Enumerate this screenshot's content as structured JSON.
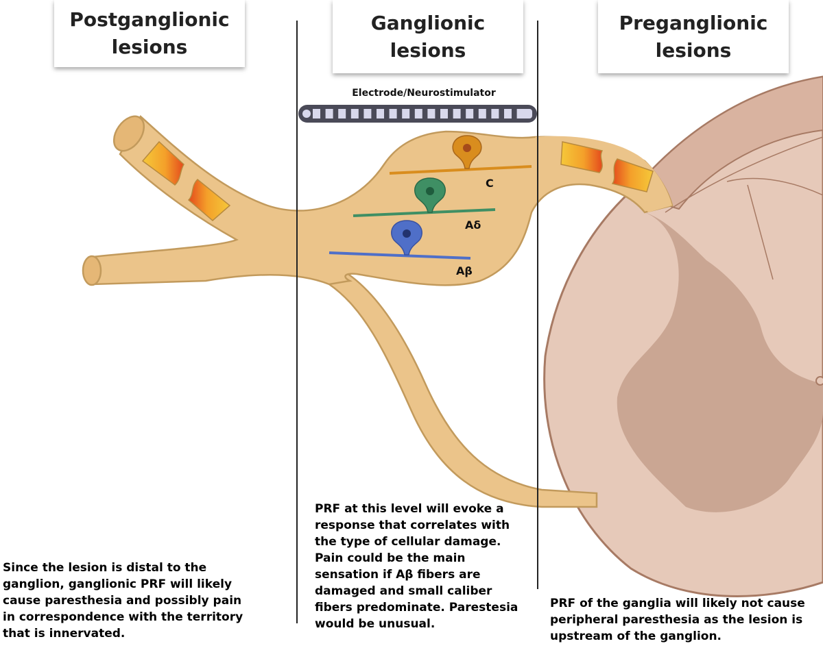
{
  "headers": {
    "postganglionic": "Postganglionic\nlesions",
    "ganglionic": "Ganglionic\nlesions",
    "preganglionic": "Preganglionic\nlesions"
  },
  "electrode_label": "Electrode/Neurostimulator",
  "fibers": {
    "c": {
      "label": "C",
      "color": "#d98d1e"
    },
    "a_delta": {
      "label": "Aδ",
      "color": "#3f8f64"
    },
    "a_beta": {
      "label": "Aβ",
      "color": "#4f6fc8"
    }
  },
  "descriptions": {
    "postganglionic": "Since the lesion is distal to the\nganglion, ganglionic PRF will likely\ncause paresthesia and possibly pain\nin correspondence with the territory\nthat is innervated.",
    "ganglionic": "PRF at this level will evoke a\nresponse that correlates with\nthe type of cellular damage.\nPain could be the main\nsensation if Aβ fibers are\ndamaged and small caliber\nfibers predominate. Parestesia\nwould be unusual.",
    "preganglionic": "PRF of the ganglia will likely not cause\nperipheral paresthesia as the lesion is\nupstream of the ganglion."
  },
  "colors": {
    "nerve_fill": "#ebc48a",
    "nerve_stroke": "#c29a5c",
    "cord_white_matter": "#e6c9b9",
    "cord_gray_matter": "#caa693",
    "cord_stroke": "#a77a64",
    "lesion_yellow": "#f5c83a",
    "lesion_red": "#e44a1c",
    "electrode_body": "#4a4a58"
  }
}
